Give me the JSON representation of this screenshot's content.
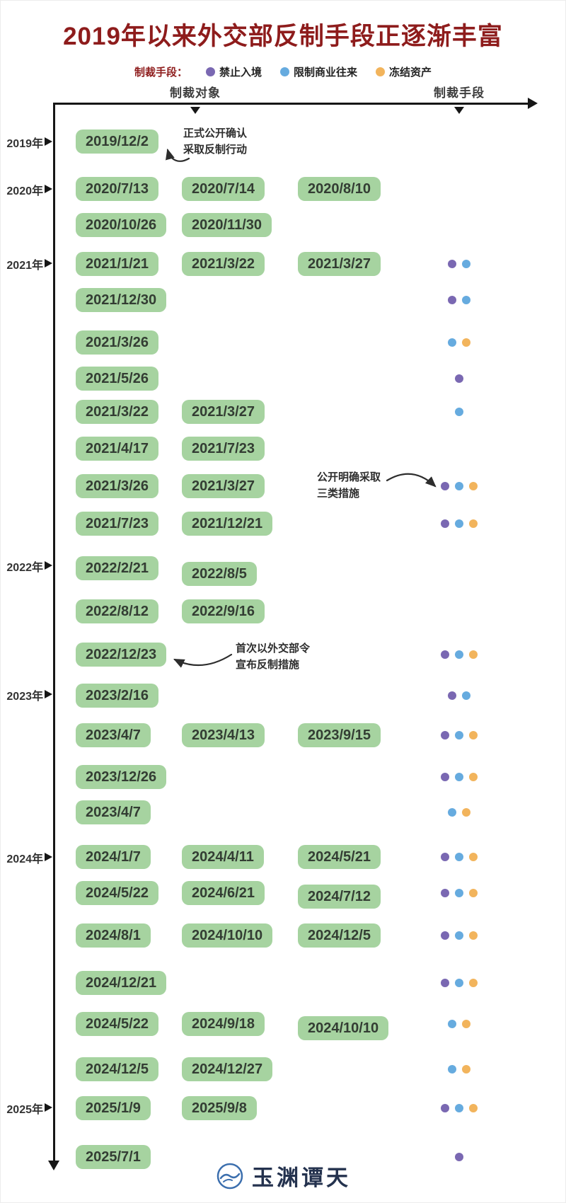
{
  "title": "2019年以来外交部反制手段正逐渐丰富",
  "legend": {
    "label": "制裁手段：",
    "items": [
      {
        "id": "entry-ban",
        "label": "禁止入境",
        "color": "#7a68b2"
      },
      {
        "id": "business-restriction",
        "label": "限制商业往来",
        "color": "#66abdf"
      },
      {
        "id": "asset-freeze",
        "label": "冻结资产",
        "color": "#f2b45c"
      }
    ]
  },
  "axis": {
    "targets_label": "制裁对象",
    "measures_label": "制裁手段",
    "years": [
      "2019年",
      "2020年",
      "2021年",
      "2022年",
      "2023年",
      "2024年",
      "2025年"
    ]
  },
  "annotations": [
    {
      "id": "first-action",
      "lines": [
        "正式公开确认",
        "采取反制行动"
      ]
    },
    {
      "id": "three-measures",
      "lines": [
        "公开明确采取",
        "三类措施"
      ]
    },
    {
      "id": "first-decree",
      "lines": [
        "首次以外交部令",
        "宣布反制措施"
      ]
    }
  ],
  "footer": {
    "logo_text": "玉渊谭天"
  },
  "chart_data": {
    "type": "timeline",
    "title": "2019年以来外交部反制手段正逐渐丰富",
    "x_axis_label": "制裁对象",
    "right_column_label": "制裁手段",
    "measure_categories": [
      "禁止入境",
      "限制商业往来",
      "冻结资产"
    ],
    "rows": [
      {
        "year": "2019",
        "dates": [
          "2019/12/2"
        ],
        "measures": [],
        "note": "正式公开确认采取反制行动"
      },
      {
        "year": "2020",
        "dates": [
          "2020/7/13",
          "2020/7/14",
          "2020/8/10"
        ],
        "measures": []
      },
      {
        "year": "2020",
        "dates": [
          "2020/10/26",
          "2020/11/30"
        ],
        "measures": []
      },
      {
        "year": "2021",
        "dates": [
          "2021/1/21",
          "2021/3/22",
          "2021/3/27"
        ],
        "measures": [
          "禁止入境",
          "限制商业往来"
        ]
      },
      {
        "year": "2021",
        "dates": [
          "2021/12/30"
        ],
        "measures": [
          "禁止入境",
          "限制商业往来"
        ]
      },
      {
        "year": "2021",
        "dates": [
          "2021/3/26"
        ],
        "measures": [
          "限制商业往来",
          "冻结资产"
        ]
      },
      {
        "year": "2021",
        "dates": [
          "2021/5/26"
        ],
        "measures": [
          "禁止入境"
        ]
      },
      {
        "year": "2021",
        "dates": [
          "2021/3/22",
          "2021/3/27"
        ],
        "measures": [
          "限制商业往来"
        ]
      },
      {
        "year": "2021",
        "dates": [
          "2021/4/17",
          "2021/7/23"
        ],
        "measures": []
      },
      {
        "year": "2021",
        "dates": [
          "2021/3/26",
          "2021/3/27"
        ],
        "measures": [
          "禁止入境",
          "限制商业往来",
          "冻结资产"
        ],
        "note": "公开明确采取三类措施"
      },
      {
        "year": "2021",
        "dates": [
          "2021/7/23",
          "2021/12/21"
        ],
        "measures": [
          "禁止入境",
          "限制商业往来",
          "冻结资产"
        ]
      },
      {
        "year": "2022",
        "dates": [
          "2022/2/21",
          "2022/8/5"
        ],
        "measures": []
      },
      {
        "year": "2022",
        "dates": [
          "2022/8/12",
          "2022/9/16"
        ],
        "measures": []
      },
      {
        "year": "2022",
        "dates": [
          "2022/12/23"
        ],
        "measures": [
          "禁止入境",
          "限制商业往来",
          "冻结资产"
        ],
        "note": "首次以外交部令宣布反制措施"
      },
      {
        "year": "2023",
        "dates": [
          "2023/2/16"
        ],
        "measures": [
          "禁止入境",
          "限制商业往来"
        ]
      },
      {
        "year": "2023",
        "dates": [
          "2023/4/7",
          "2023/4/13",
          "2023/9/15"
        ],
        "measures": [
          "禁止入境",
          "限制商业往来",
          "冻结资产"
        ]
      },
      {
        "year": "2023",
        "dates": [
          "2023/12/26"
        ],
        "measures": [
          "禁止入境",
          "限制商业往来",
          "冻结资产"
        ]
      },
      {
        "year": "2023",
        "dates": [
          "2023/4/7"
        ],
        "measures": [
          "限制商业往来",
          "冻结资产"
        ]
      },
      {
        "year": "2024",
        "dates": [
          "2024/1/7",
          "2024/4/11",
          "2024/5/21"
        ],
        "measures": [
          "禁止入境",
          "限制商业往来",
          "冻结资产"
        ]
      },
      {
        "year": "2024",
        "dates": [
          "2024/5/22",
          "2024/6/21",
          "2024/7/12"
        ],
        "measures": [
          "禁止入境",
          "限制商业往来",
          "冻结资产"
        ]
      },
      {
        "year": "2024",
        "dates": [
          "2024/8/1",
          "2024/10/10",
          "2024/12/5"
        ],
        "measures": [
          "禁止入境",
          "限制商业往来",
          "冻结资产"
        ]
      },
      {
        "year": "2024",
        "dates": [
          "2024/12/21"
        ],
        "measures": [
          "禁止入境",
          "限制商业往来",
          "冻结资产"
        ]
      },
      {
        "year": "2024",
        "dates": [
          "2024/5/22",
          "2024/9/18",
          "2024/10/10"
        ],
        "measures": [
          "限制商业往来",
          "冻结资产"
        ]
      },
      {
        "year": "2024",
        "dates": [
          "2024/12/5",
          "2024/12/27"
        ],
        "measures": [
          "限制商业往来",
          "冻结资产"
        ]
      },
      {
        "year": "2025",
        "dates": [
          "2025/1/9",
          "2025/9/8"
        ],
        "measures": [
          "禁止入境",
          "限制商业往来",
          "冻结资产"
        ]
      },
      {
        "year": "2025",
        "dates": [
          "2025/7/1"
        ],
        "measures": [
          "禁止入境"
        ]
      }
    ]
  }
}
